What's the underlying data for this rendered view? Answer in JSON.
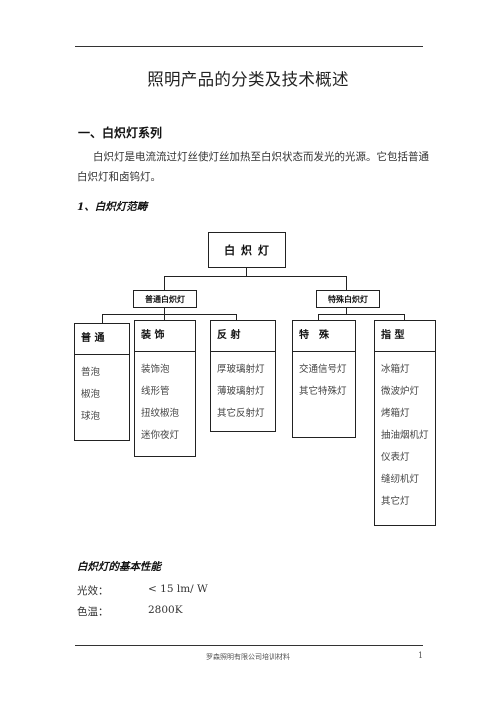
{
  "doc_title": "照明产品的分类及技术概述",
  "section1": {
    "heading": "一、白炽灯系列",
    "paragraph": "白炽灯是电流流过灯丝使灯丝加热至白炽状态而发光的光源。它包括普通白炽灯和卤钨灯。"
  },
  "subsection1": "1、白炽灯范畴",
  "tree": {
    "root": "白 炽 灯",
    "branch_left": "普通白炽灯",
    "branch_right": "特殊白炽灯",
    "categories": [
      {
        "label": "普 通",
        "items": [
          "普泡",
          "椒泡",
          "球泡"
        ]
      },
      {
        "label": "装 饰",
        "items": [
          "装饰泡",
          "线形管",
          "扭纹椒泡",
          "迷你夜灯"
        ]
      },
      {
        "label": "反 射",
        "items": [
          "厚玻璃射灯",
          "薄玻璃射灯",
          "其它反射灯"
        ]
      },
      {
        "label": "特　殊",
        "items": [
          "交通信号灯",
          "其它特殊灯"
        ]
      },
      {
        "label": "指 型",
        "items": [
          "冰箱灯",
          "微波炉灯",
          "烤箱灯",
          "抽油烟机灯",
          "仪表灯",
          "缝纫机灯",
          "其它灯"
        ]
      }
    ]
  },
  "performance": {
    "heading": "白炽灯的基本性能",
    "rows": [
      {
        "label": "光效：",
        "value": "< 15 lm/ W"
      },
      {
        "label": "色温：",
        "value": "2800K"
      }
    ]
  },
  "footer": {
    "text": "罗森照明有限公司培训材料",
    "page": "1"
  }
}
